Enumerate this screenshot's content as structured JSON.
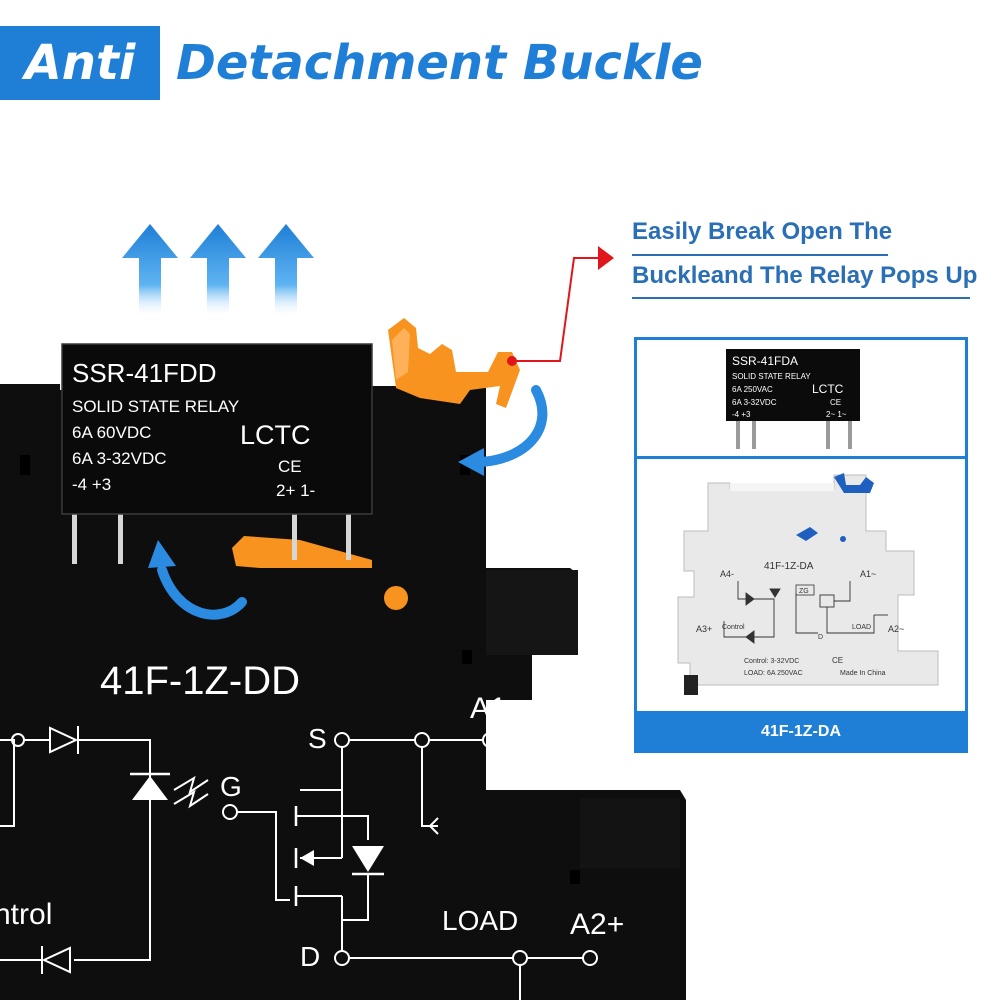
{
  "title": {
    "word1": "Anti",
    "word2": "Detachment Buckle"
  },
  "callout": {
    "line1": "Easily Break Open The",
    "line2": "Buckleand The Relay Pops Up"
  },
  "relay_main": {
    "model": "SSR-41FDD",
    "type": "SOLID STATE RELAY",
    "spec1": "6A  60VDC",
    "spec2": "6A 3-32VDC",
    "pins_left": "-4   +3",
    "brand": "LCTC",
    "ce": "CE",
    "pins_right": "2+  1-"
  },
  "base_main": {
    "model": "41F-1Z-DD",
    "a1": "A1-",
    "a2": "A2+",
    "s": "S",
    "g": "G",
    "d": "D",
    "load": "LOAD",
    "control": "ntrol"
  },
  "inset": {
    "relay": {
      "model": "SSR-41FDA",
      "type": "SOLID STATE RELAY",
      "spec1": "6A  250VAC",
      "spec2": "6A 3-32VDC",
      "pins_left": "-4   +3",
      "brand": "LCTC",
      "ce": "CE",
      "pins_right": "2~  1~"
    },
    "base": {
      "model": "41F-1Z-DA",
      "a4": "A4-",
      "a1": "A1~",
      "a3": "A3+",
      "a2": "A2~",
      "zg": "ZG",
      "control_label": "Control",
      "d": "D",
      "load_label": "LOAD",
      "control_spec": "Control:  3-32VDC",
      "load_spec": "LOAD:  6A 250VAC",
      "ce": "CE",
      "made_in": "Made In China"
    },
    "caption": "41F-1Z-DA"
  },
  "colors": {
    "brand_blue": "#1f7fd6",
    "accent_orange": "#f7931e",
    "arrow_blue": "#2b8be0",
    "callout_red": "#e0161b"
  }
}
